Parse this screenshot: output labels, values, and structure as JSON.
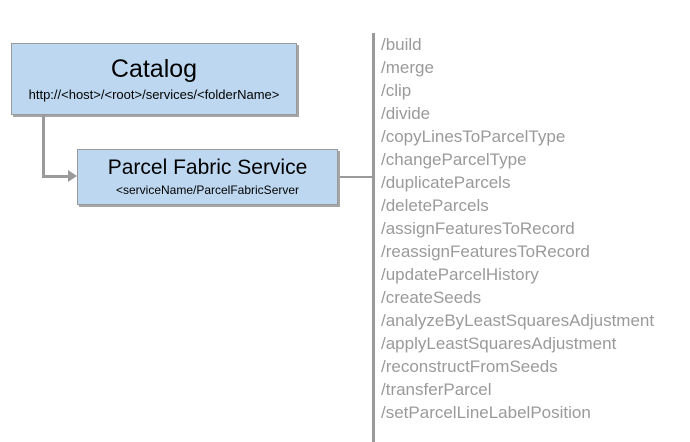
{
  "diagram": {
    "nodes": [
      {
        "id": "catalog",
        "title": "Catalog",
        "subtitle": "http://<host>/<root>/services/<folderName>"
      },
      {
        "id": "service",
        "title": "Parcel Fabric Service",
        "subtitle": "<serviceName/ParcelFabricServer"
      }
    ],
    "operations": [
      "/build",
      "/merge",
      "/clip",
      "/divide",
      "/copyLinesToParcelType",
      "/changeParcelType",
      "/duplicateParcels",
      "/deleteParcels",
      "/assignFeaturesToRecord",
      "/reassignFeaturesToRecord",
      "/updateParcelHistory",
      "/createSeeds",
      "/analyzeByLeastSquaresAdjustment",
      "/applyLeastSquaresAdjustment",
      "/reconstructFromSeeds",
      "/transferParcel",
      "/setParcelLineLabelPosition"
    ],
    "colors": {
      "node_fill": "#bcd7ef",
      "node_border": "#9a9a9a",
      "connector": "#9a9a9a",
      "operation_text": "#9a9a9a",
      "node_text": "#000000",
      "background": "#ffffff"
    }
  }
}
